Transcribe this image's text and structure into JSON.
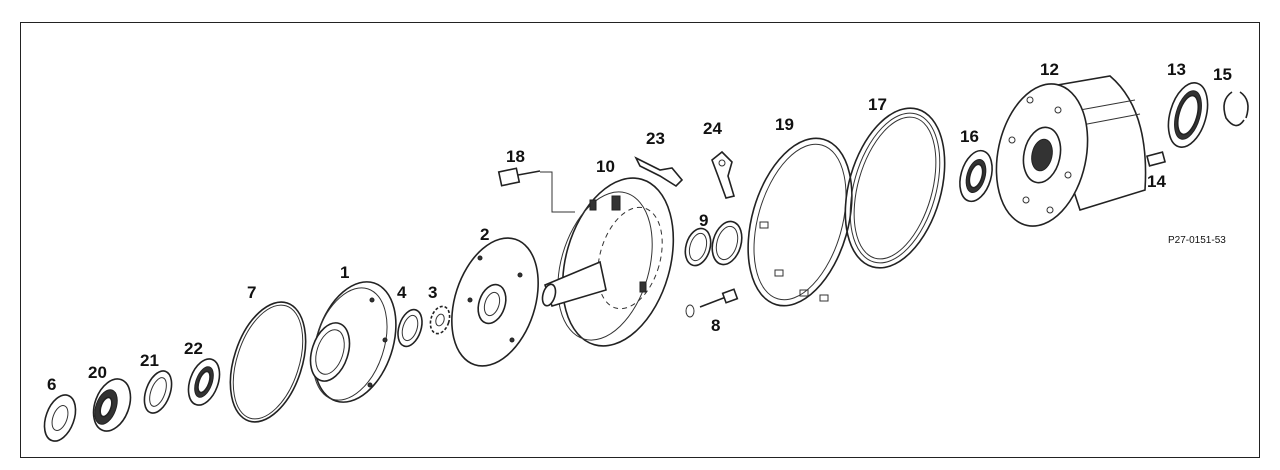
{
  "drawing_code": "P27-0151-53",
  "part_labels": {
    "p1": "1",
    "p2": "2",
    "p3": "3",
    "p4": "4",
    "p6": "6",
    "p7": "7",
    "p8": "8",
    "p9": "9",
    "p10": "10",
    "p12": "12",
    "p13": "13",
    "p14": "14",
    "p15": "15",
    "p16": "16",
    "p17": "17",
    "p18": "18",
    "p19": "19",
    "p20": "20",
    "p21": "21",
    "p22": "22",
    "p23": "23",
    "p24": "24"
  }
}
